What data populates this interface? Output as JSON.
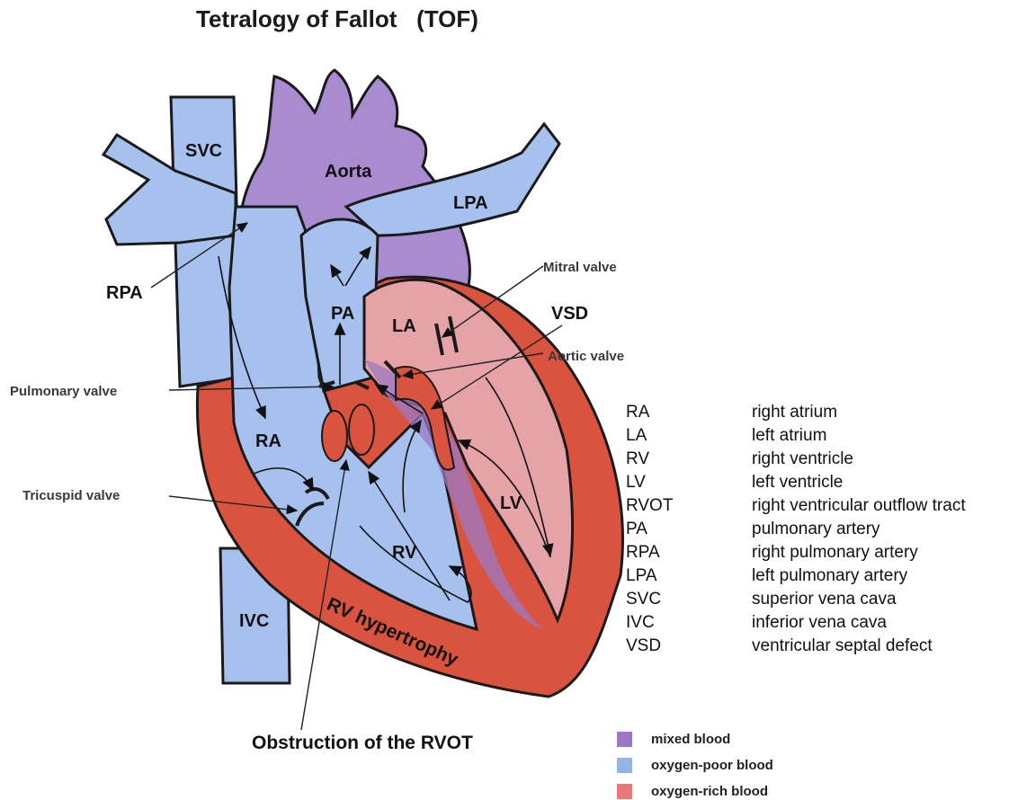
{
  "title": "Tetralogy of Fallot   (TOF)",
  "caption": "Obstruction of the RVOT",
  "labels": {
    "svc": "SVC",
    "ivc": "IVC",
    "aorta": "Aorta",
    "lpa": "LPA",
    "rpa": "RPA",
    "pa": "PA",
    "la": "LA",
    "ra": "RA",
    "rv": "RV",
    "lv": "LV",
    "vsd": "VSD",
    "rv_hypertrophy": "RV hypertrophy",
    "mitral_valve": "Mitral valve",
    "aortic_valve": "Aortic valve",
    "pulmonary_valve": "Pulmonary valve",
    "tricuspid_valve": "Tricuspid valve"
  },
  "glossary": [
    {
      "abbr": "RA",
      "term": "right atrium"
    },
    {
      "abbr": "LA",
      "term": "left atrium"
    },
    {
      "abbr": "RV",
      "term": "right ventricle"
    },
    {
      "abbr": "LV",
      "term": "left ventricle"
    },
    {
      "abbr": "RVOT",
      "term": "right ventricular outflow tract"
    },
    {
      "abbr": "PA",
      "term": "pulmonary artery"
    },
    {
      "abbr": "RPA",
      "term": "right pulmonary artery"
    },
    {
      "abbr": "LPA",
      "term": "left pulmonary artery"
    },
    {
      "abbr": "SVC",
      "term": "superior vena cava"
    },
    {
      "abbr": "IVC",
      "term": "inferior vena cava"
    },
    {
      "abbr": "VSD",
      "term": "ventricular septal defect"
    }
  ],
  "legend": [
    {
      "label": "mixed blood",
      "color": "#9b78c4"
    },
    {
      "label": "oxygen-poor blood",
      "color": "#93b4e6"
    },
    {
      "label": "oxygen-rich blood",
      "color": "#e8787a"
    }
  ],
  "colors": {
    "purple": "#a98bd0",
    "blue": "#a7c1ef",
    "red": "#d9533f",
    "pink": "#e5a3a8",
    "outline": "#1a1a1a"
  }
}
